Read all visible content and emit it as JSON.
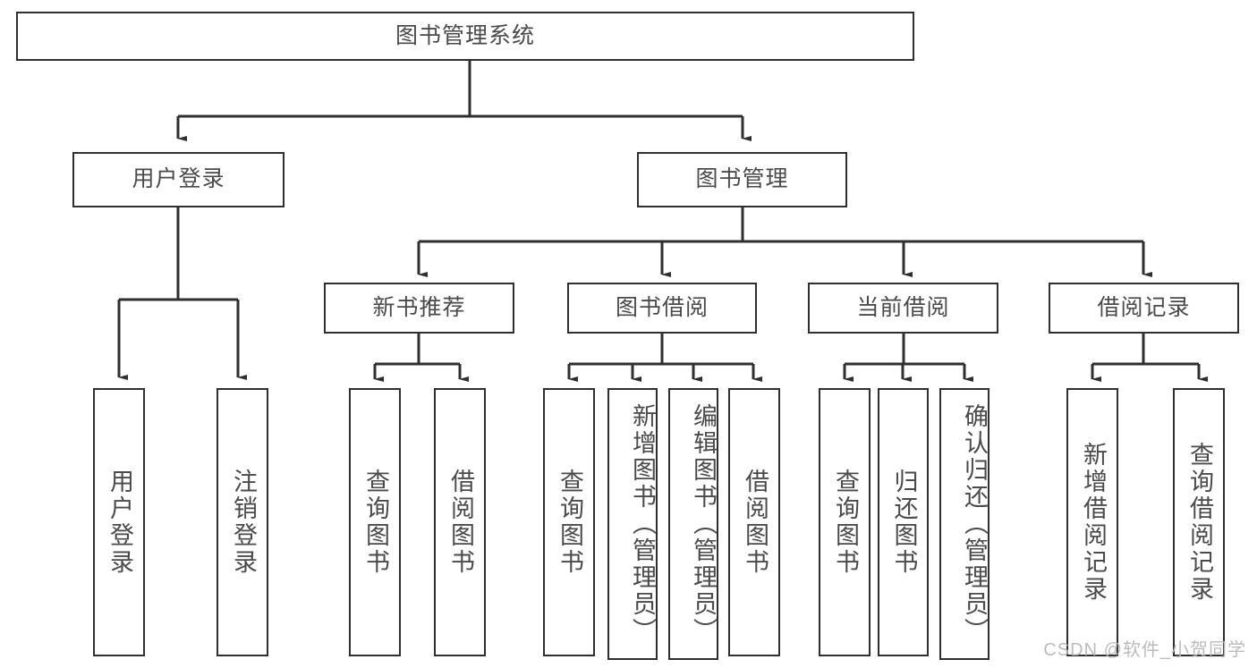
{
  "diagram": {
    "title": "图书管理系统",
    "watermark": "CSDN @软件_小贺同学",
    "colors": {
      "box_border": "#2f2f2f",
      "box_fill": "#ffffff",
      "text": "#4a4a4a",
      "edge": "#2f2f2f",
      "watermark": "#b9b9b9",
      "background": "#ffffff"
    },
    "root": {
      "label": "图书管理系统"
    },
    "level2": [
      {
        "label": "用户登录"
      },
      {
        "label": "图书管理"
      }
    ],
    "level3": [
      {
        "label": "新书推荐"
      },
      {
        "label": "图书借阅"
      },
      {
        "label": "当前借阅"
      },
      {
        "label": "借阅记录"
      }
    ],
    "leaves": {
      "user_login": [
        {
          "label": "用户登录"
        },
        {
          "label": "注销登录"
        }
      ],
      "new_book_recommend": [
        {
          "label": "查询图书"
        },
        {
          "label": "借阅图书"
        }
      ],
      "book_borrow": [
        {
          "label": "查询图书"
        },
        {
          "label": "新增图书（管理员）"
        },
        {
          "label": "编辑图书（管理员）"
        },
        {
          "label": "借阅图书"
        }
      ],
      "current_borrow": [
        {
          "label": "查询图书"
        },
        {
          "label": "归还图书"
        },
        {
          "label": "确认归还（管理员）"
        }
      ],
      "borrow_record": [
        {
          "label": "新增借阅记录"
        },
        {
          "label": "查询借阅记录"
        }
      ]
    }
  },
  "chart_data": {
    "type": "tree-diagram",
    "title": "图书管理系统",
    "orientation": "top-down",
    "levels": 4,
    "nodes": [
      {
        "id": "root",
        "label": "图书管理系统",
        "level": 0,
        "parent": null
      },
      {
        "id": "user-login",
        "label": "用户登录",
        "level": 1,
        "parent": "root"
      },
      {
        "id": "book-manage",
        "label": "图书管理",
        "level": 1,
        "parent": "root"
      },
      {
        "id": "new-book",
        "label": "新书推荐",
        "level": 2,
        "parent": "book-manage"
      },
      {
        "id": "book-borrow",
        "label": "图书借阅",
        "level": 2,
        "parent": "book-manage"
      },
      {
        "id": "current-borrow",
        "label": "当前借阅",
        "level": 2,
        "parent": "book-manage"
      },
      {
        "id": "borrow-record",
        "label": "借阅记录",
        "level": 2,
        "parent": "book-manage"
      },
      {
        "id": "leaf-user-login",
        "label": "用户登录",
        "level": 2,
        "parent": "user-login"
      },
      {
        "id": "leaf-logout",
        "label": "注销登录",
        "level": 2,
        "parent": "user-login"
      },
      {
        "id": "leaf-nb-query",
        "label": "查询图书",
        "level": 3,
        "parent": "new-book"
      },
      {
        "id": "leaf-nb-borrow",
        "label": "借阅图书",
        "level": 3,
        "parent": "new-book"
      },
      {
        "id": "leaf-bb-query",
        "label": "查询图书",
        "level": 3,
        "parent": "book-borrow"
      },
      {
        "id": "leaf-bb-add",
        "label": "新增图书（管理员）",
        "level": 3,
        "parent": "book-borrow"
      },
      {
        "id": "leaf-bb-edit",
        "label": "编辑图书（管理员）",
        "level": 3,
        "parent": "book-borrow"
      },
      {
        "id": "leaf-bb-borrow",
        "label": "借阅图书",
        "level": 3,
        "parent": "book-borrow"
      },
      {
        "id": "leaf-cb-query",
        "label": "查询图书",
        "level": 3,
        "parent": "current-borrow"
      },
      {
        "id": "leaf-cb-return",
        "label": "归还图书",
        "level": 3,
        "parent": "current-borrow"
      },
      {
        "id": "leaf-cb-confirm",
        "label": "确认归还（管理员）",
        "level": 3,
        "parent": "current-borrow"
      },
      {
        "id": "leaf-br-add",
        "label": "新增借阅记录",
        "level": 3,
        "parent": "borrow-record"
      },
      {
        "id": "leaf-br-query",
        "label": "查询借阅记录",
        "level": 3,
        "parent": "borrow-record"
      }
    ]
  }
}
